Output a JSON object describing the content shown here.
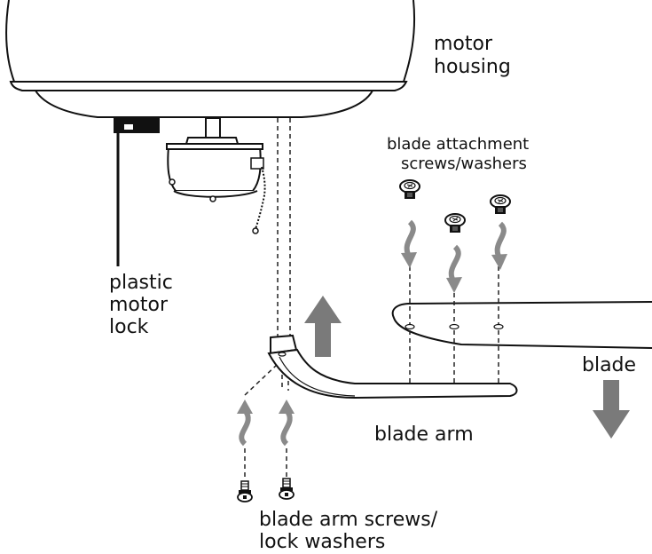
{
  "labels": {
    "motor_housing_1": "motor",
    "motor_housing_2": "housing",
    "blade_attachment_1": "blade attachment",
    "blade_attachment_2": "screws/washers",
    "plastic_1": "plastic",
    "plastic_2": "motor",
    "plastic_3": "lock",
    "blade": "blade",
    "blade_arm": "blade arm",
    "arm_screws_1": "blade arm screws/",
    "arm_screws_2": "lock washers"
  },
  "colors": {
    "ink": "#111111",
    "arrow_gray": "#7a7a7a",
    "light_gray": "#a8a8a8"
  }
}
